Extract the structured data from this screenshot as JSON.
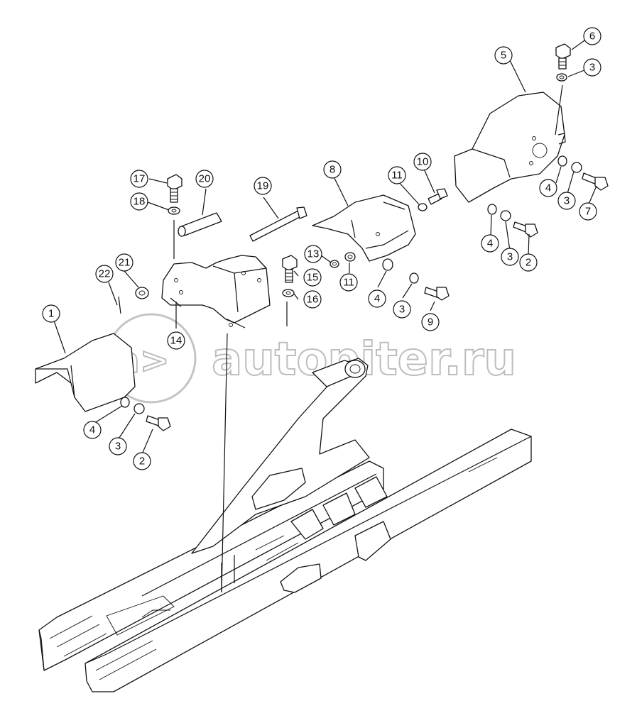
{
  "watermark": {
    "text": "autopiter.ru",
    "logo": "a>",
    "color": "#bdbdbd"
  },
  "callouts": [
    {
      "num": "1"
    },
    {
      "num": "2"
    },
    {
      "num": "2"
    },
    {
      "num": "3"
    },
    {
      "num": "3"
    },
    {
      "num": "3"
    },
    {
      "num": "3"
    },
    {
      "num": "3"
    },
    {
      "num": "4"
    },
    {
      "num": "4"
    },
    {
      "num": "4"
    },
    {
      "num": "4"
    },
    {
      "num": "5"
    },
    {
      "num": "6"
    },
    {
      "num": "7"
    },
    {
      "num": "8"
    },
    {
      "num": "9"
    },
    {
      "num": "10"
    },
    {
      "num": "11"
    },
    {
      "num": "11"
    },
    {
      "num": "13"
    },
    {
      "num": "14"
    },
    {
      "num": "15"
    },
    {
      "num": "16"
    },
    {
      "num": "17"
    },
    {
      "num": "18"
    },
    {
      "num": "19"
    },
    {
      "num": "20"
    },
    {
      "num": "21"
    },
    {
      "num": "22"
    }
  ]
}
